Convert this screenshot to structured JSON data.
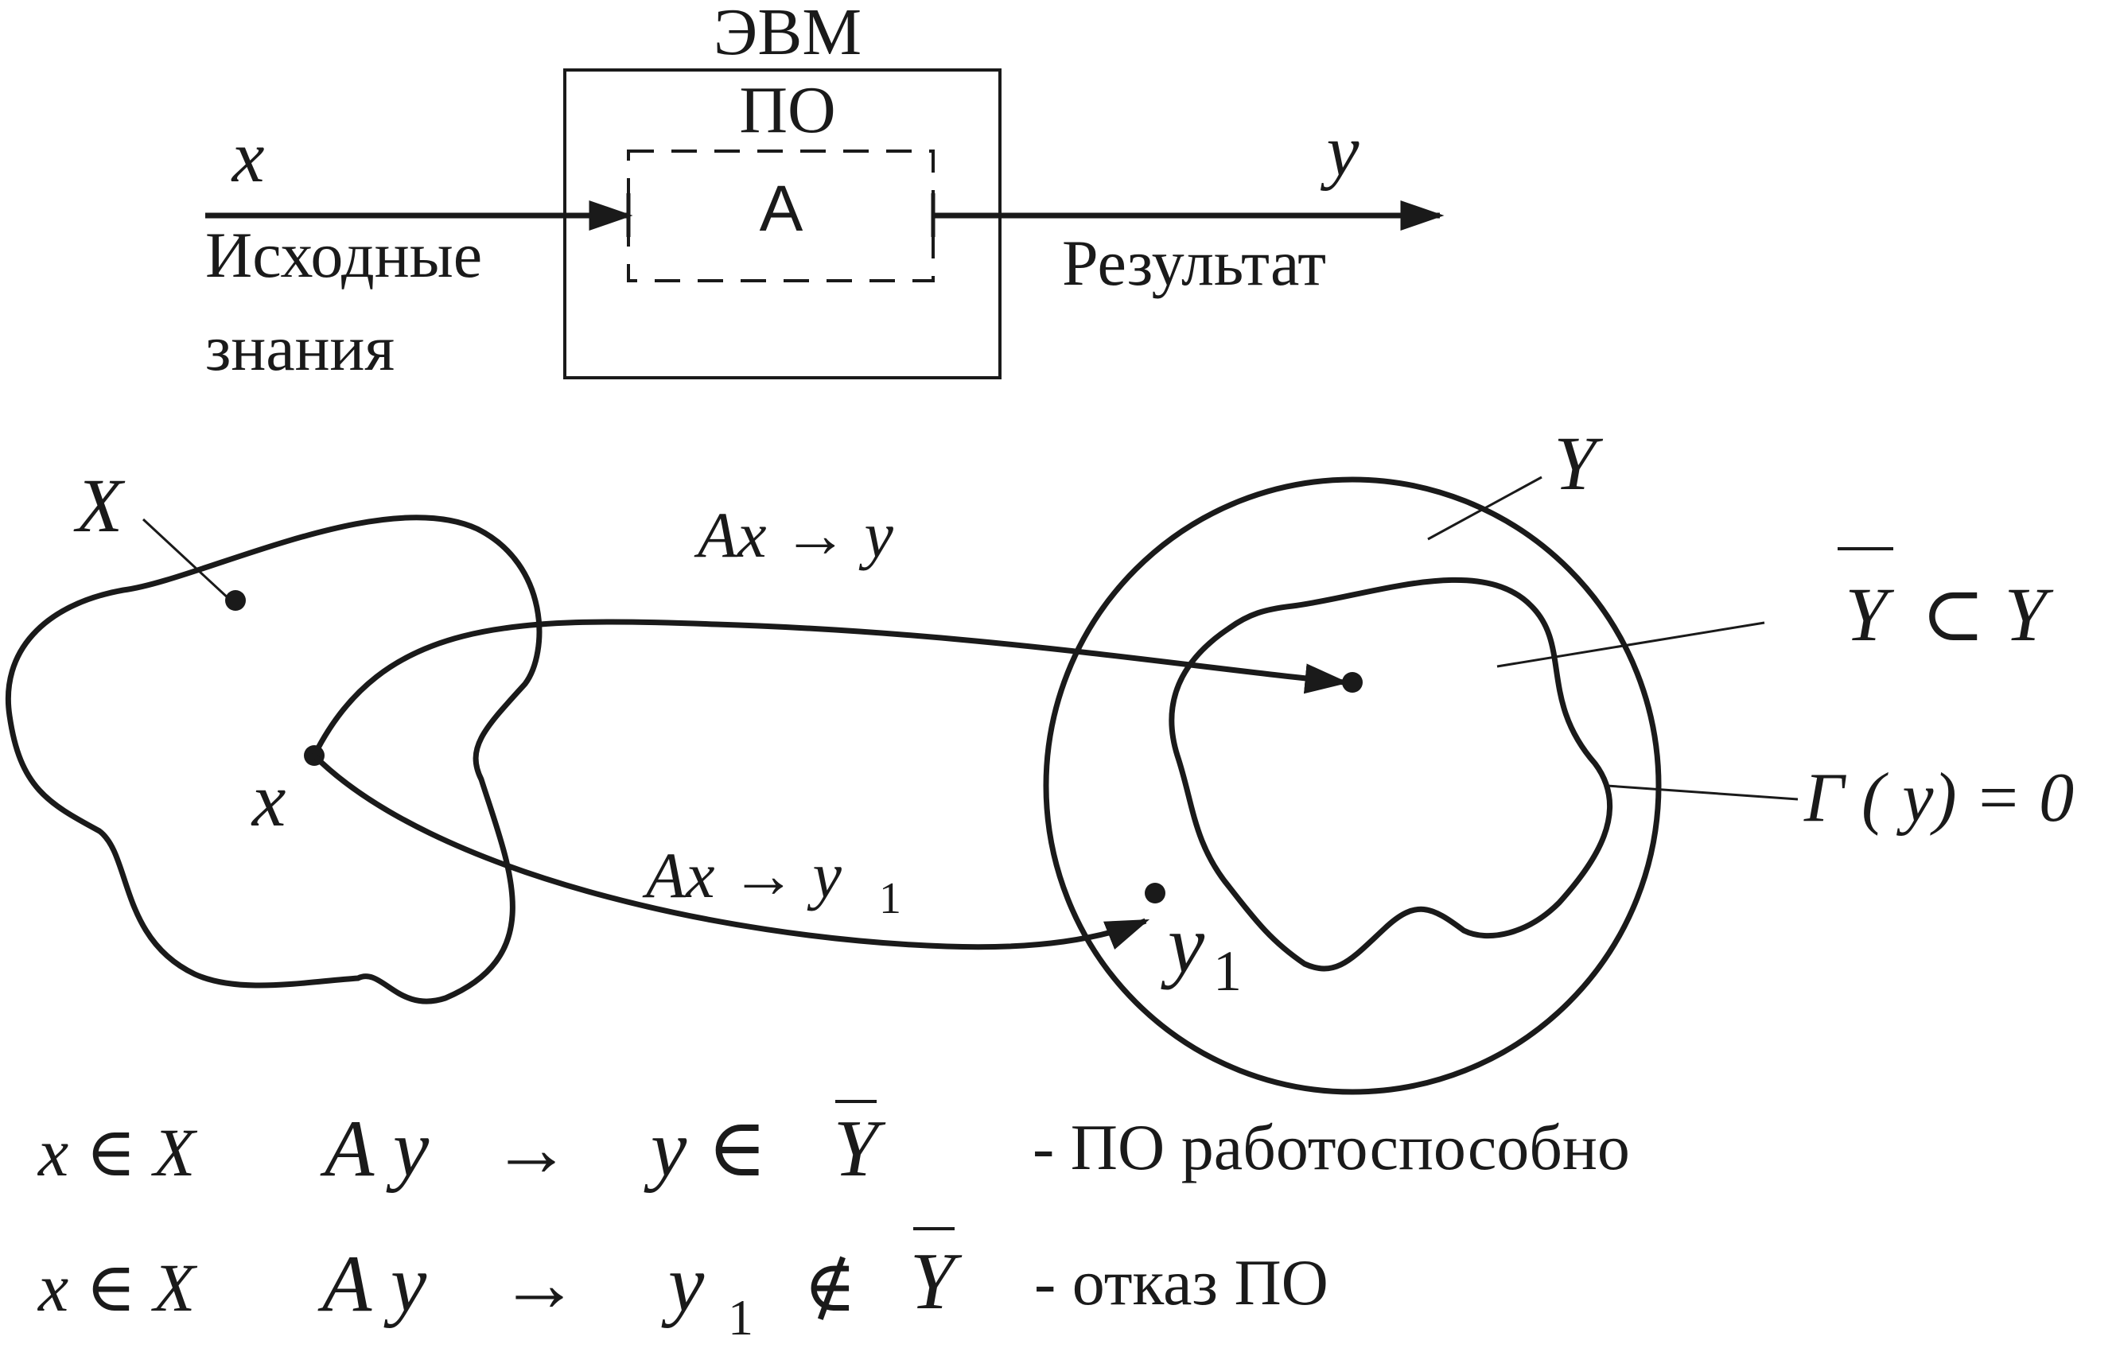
{
  "block": {
    "computer_label": "ЭВМ",
    "software_label": "ПО",
    "algorithm_label": "A",
    "input_var": "x",
    "output_var": "y",
    "input_caption_line1": "Исходные",
    "input_caption_line2": "знания",
    "output_caption": "Результат"
  },
  "sets": {
    "input_set": "X",
    "output_set": "Y",
    "point_x": "x",
    "point_y1_base": "y",
    "point_y1_sub": "1",
    "map_correct": "Ax → y",
    "map_wrong_base": "Ax → y",
    "map_wrong_sub": "1",
    "subset_base": "Y",
    "subset_rel": "⊂ Y",
    "boundary_eq": "Γ ( y) = 0"
  },
  "conditions": {
    "row1": {
      "prefix": "x ∈ X",
      "expr": "A y",
      "arrow": "→",
      "result": "y ∈",
      "set": "Y",
      "description": "- ПО работоспособно"
    },
    "row2": {
      "prefix": "x ∈ X",
      "expr": "A y",
      "arrow": "→",
      "result_base": "y",
      "result_sub": "1",
      "rel": "∉",
      "set": "Y",
      "description": "- отказ ПО"
    }
  }
}
